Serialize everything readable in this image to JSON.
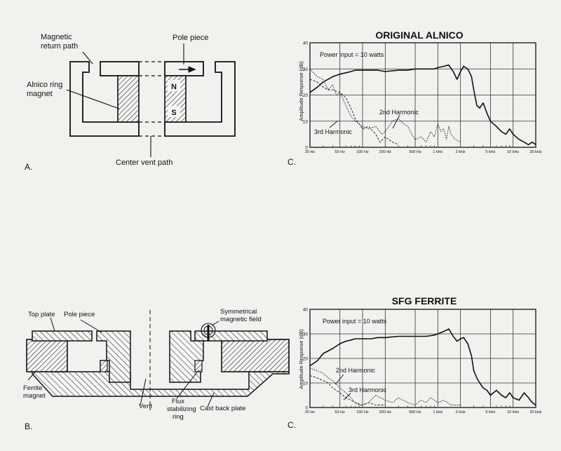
{
  "figure_a": {
    "panel_label": "A.",
    "labels": {
      "magnetic_return_path_l1": "Magnetic",
      "magnetic_return_path_l2": "return path",
      "pole_piece": "Pole piece",
      "alnico_l1": "Alnico ring",
      "alnico_l2": "magnet",
      "north": "N",
      "south": "S",
      "center_vent_path": "Center vent path"
    }
  },
  "figure_b": {
    "panel_label": "B.",
    "labels": {
      "top_plate": "Top plate",
      "pole_piece": "Pole piece",
      "symmetrical_l1": "Symmetrical",
      "symmetrical_l2": "magnetic field",
      "ferrite_l1": "Ferrite",
      "ferrite_l2": "magnet",
      "vent": "Vent",
      "flux_l1": "Flux",
      "flux_l2": "stabilizing",
      "flux_l3": "ring",
      "cast_back_plate": "Cast back plate"
    }
  },
  "chart_data": [
    {
      "type": "line",
      "panel_label": "C.",
      "title": "ORIGINAL ALNICO",
      "annotation": "Power input = 10 watts",
      "ylabel": "Amplitude Response (dB)",
      "x_scale": "log",
      "xlim": [
        20,
        20000
      ],
      "ylim": [
        0,
        40
      ],
      "y_ticks": [
        "40",
        "30",
        "20",
        "10",
        "0"
      ],
      "y_tick_values": [
        40,
        30,
        20,
        10,
        0
      ],
      "x_ticks": [
        {
          "f": 20,
          "label": "20 Hz"
        },
        {
          "f": 50,
          "label": "50 Hz"
        },
        {
          "f": 100,
          "label": "100 Hz"
        },
        {
          "f": 200,
          "label": "200 Hz"
        },
        {
          "f": 500,
          "label": "500 Hz"
        },
        {
          "f": 1000,
          "label": "1 kHz"
        },
        {
          "f": 2000,
          "label": "2 kHz"
        },
        {
          "f": 5000,
          "label": "5 kHz"
        },
        {
          "f": 10000,
          "label": "10 kHz"
        },
        {
          "f": 20000,
          "label": "20 kHz"
        }
      ],
      "grid": true,
      "series": [
        {
          "name": "Fundamental",
          "style": "solid",
          "x": [
            20,
            25,
            30,
            40,
            50,
            60,
            70,
            80,
            100,
            130,
            160,
            200,
            300,
            400,
            500,
            700,
            900,
            1000,
            1200,
            1400,
            1600,
            1800,
            2000,
            2200,
            2500,
            2800,
            3000,
            3300,
            3600,
            4000,
            4500,
            5000,
            6000,
            7000,
            8000,
            9000,
            10000,
            12000,
            14000,
            16000,
            18000,
            20000
          ],
          "y": [
            21,
            23,
            25,
            27,
            28,
            28.5,
            29,
            29.5,
            29.5,
            29.5,
            29.5,
            29,
            29.5,
            29.5,
            30,
            30,
            30,
            30.5,
            31,
            31.5,
            29,
            26,
            29,
            31,
            30,
            27,
            22,
            16,
            15,
            17,
            13,
            10,
            8,
            6,
            5,
            7,
            5,
            3,
            2,
            1,
            2,
            1
          ]
        },
        {
          "name": "2nd Harmonic",
          "style": "dotted",
          "x": [
            20,
            25,
            30,
            35,
            40,
            45,
            50,
            60,
            70,
            80,
            90,
            100,
            120,
            150,
            180,
            200,
            250,
            300,
            350,
            400,
            450,
            500,
            600,
            700,
            800,
            900,
            1000,
            1100,
            1200,
            1300,
            1400,
            1500,
            1700,
            2000
          ],
          "y": [
            30,
            27,
            26,
            22,
            24,
            20,
            21,
            16,
            12,
            10,
            9,
            8,
            7,
            8,
            5,
            6,
            10,
            11,
            9,
            8,
            5,
            3,
            4,
            2,
            6,
            4,
            9,
            6,
            7,
            3,
            8,
            5,
            3,
            2
          ]
        },
        {
          "name": "3rd Harmonic",
          "style": "dashed",
          "x": [
            20,
            25,
            30,
            35,
            40,
            50,
            60,
            70,
            80,
            90,
            100,
            120,
            150,
            170,
            200,
            250,
            300
          ],
          "y": [
            26,
            25,
            23,
            22,
            22,
            21,
            19,
            15,
            11,
            9,
            7,
            8,
            5,
            2,
            4,
            2,
            1
          ]
        }
      ],
      "labels": {
        "second_harmonic": "2nd Harmonic",
        "third_harmonic": "3rd Harmonic"
      }
    },
    {
      "type": "line",
      "panel_label": "C.",
      "title": "SFG FERRITE",
      "annotation": "Power input = 10 watts",
      "ylabel": "Amplitude Response (dB)",
      "x_scale": "log",
      "xlim": [
        20,
        20000
      ],
      "ylim": [
        0,
        40
      ],
      "y_ticks": [
        "40",
        "30",
        "20",
        "10",
        "0"
      ],
      "y_tick_values": [
        40,
        30,
        20,
        10,
        0
      ],
      "x_ticks": [
        {
          "f": 20,
          "label": "20 Hz"
        },
        {
          "f": 50,
          "label": "50 Hz"
        },
        {
          "f": 100,
          "label": "100 Hz"
        },
        {
          "f": 200,
          "label": "200 Hz"
        },
        {
          "f": 500,
          "label": "500 Hz"
        },
        {
          "f": 1000,
          "label": "1 kHz"
        },
        {
          "f": 2000,
          "label": "2 kHz"
        },
        {
          "f": 5000,
          "label": "5 kHz"
        },
        {
          "f": 10000,
          "label": "10 kHz"
        },
        {
          "f": 20000,
          "label": "20 kHz"
        }
      ],
      "grid": true,
      "series": [
        {
          "name": "Fundamental",
          "style": "solid",
          "x": [
            20,
            25,
            30,
            40,
            50,
            60,
            70,
            80,
            100,
            130,
            160,
            200,
            300,
            400,
            500,
            700,
            900,
            1000,
            1200,
            1400,
            1600,
            1800,
            2000,
            2200,
            2500,
            2800,
            3000,
            3300,
            3600,
            4000,
            4500,
            5000,
            6000,
            7000,
            8000,
            9000,
            10000,
            12000,
            14000,
            16000,
            18000,
            20000
          ],
          "y": [
            17,
            19,
            22,
            24,
            26,
            27,
            27.5,
            28,
            28,
            28,
            28.5,
            28.5,
            29,
            29,
            29,
            29,
            29.5,
            30,
            31,
            32,
            29,
            27,
            28,
            28.5,
            26,
            21,
            15,
            12,
            10,
            8,
            7,
            5,
            7,
            5,
            4,
            6,
            4,
            3,
            6,
            4,
            2,
            1
          ]
        },
        {
          "name": "2nd Harmonic",
          "style": "dotted",
          "x": [
            20,
            25,
            30,
            35,
            40,
            50,
            60,
            70,
            80,
            90,
            100,
            120,
            150,
            200,
            250,
            300,
            400,
            500,
            600,
            700,
            800,
            1000,
            1200,
            1500,
            2000
          ],
          "y": [
            16,
            15,
            14,
            12,
            11,
            8,
            6,
            4,
            2,
            1,
            1,
            2,
            5,
            3,
            2,
            4,
            2,
            1,
            3,
            2,
            4,
            2,
            3,
            1,
            1
          ]
        },
        {
          "name": "3rd Harmonic",
          "style": "dashed",
          "x": [
            20,
            25,
            30,
            35,
            40,
            50,
            60,
            70,
            80,
            100,
            120,
            150,
            200
          ],
          "y": [
            13,
            12,
            11,
            10,
            8,
            6,
            4,
            3,
            2,
            1,
            2,
            1,
            1
          ]
        }
      ],
      "labels": {
        "second_harmonic": "2nd Harmonic",
        "third_harmonic": "3rd Harmonic"
      }
    }
  ]
}
